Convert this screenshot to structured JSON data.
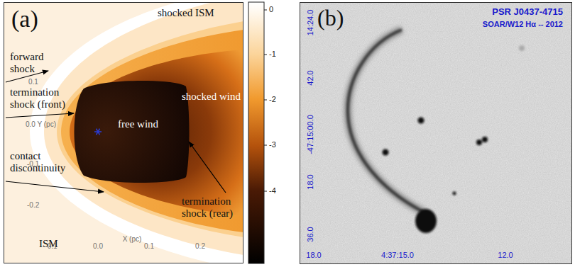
{
  "diagram": {
    "nodes": [
      {
        "text": [
          "(a)"
        ]
      },
      {
        "text": [
          "(b)",
          "PSR J0437-4715",
          "SOAR/W12 Hα -- 2012"
        ]
      }
    ],
    "labels": [
      "shocked ISM",
      "forward shock",
      "termination shock (front)",
      "contact discontinuity",
      "shocked wind",
      "free wind",
      "termination shock (rear)",
      "ISM",
      "0.1",
      "0.0 Y (pc)",
      "-0.1",
      "-0.2",
      "-0.1",
      "0.0",
      "X (pc)",
      "0.1",
      "0.2",
      "0",
      "-1",
      "-2",
      "-3",
      "-4",
      "14:24.0",
      "42.0",
      "-47:15:00.0",
      "18.0",
      "36.0",
      "18.0",
      "4:37:15.0",
      "12.0"
    ]
  }
}
